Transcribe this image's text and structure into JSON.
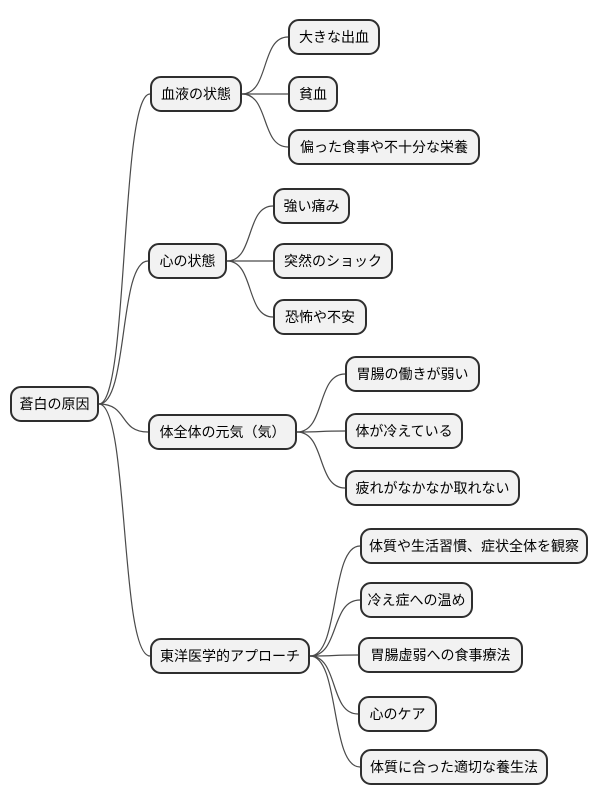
{
  "diagram": {
    "type": "mindmap",
    "root": {
      "label": "蒼白の原因"
    },
    "branches": [
      {
        "label": "血液の状態",
        "children": [
          {
            "label": "大きな出血"
          },
          {
            "label": "貧血"
          },
          {
            "label": "偏った食事や不十分な栄養"
          }
        ]
      },
      {
        "label": "心の状態",
        "children": [
          {
            "label": "強い痛み"
          },
          {
            "label": "突然のショック"
          },
          {
            "label": "恐怖や不安"
          }
        ]
      },
      {
        "label": "体全体の元気（気）",
        "children": [
          {
            "label": "胃腸の働きが弱い"
          },
          {
            "label": "体が冷えている"
          },
          {
            "label": "疲れがなかなか取れない"
          }
        ]
      },
      {
        "label": "東洋医学的アプローチ",
        "children": [
          {
            "label": "体質や生活習慣、症状全体を観察"
          },
          {
            "label": "冷え症への温め"
          },
          {
            "label": "胃腸虚弱への食事療法"
          },
          {
            "label": "心のケア"
          },
          {
            "label": "体質に合った適切な養生法"
          }
        ]
      }
    ]
  },
  "colors": {
    "background": "#ffffff",
    "node_fill": "#f2f2f2",
    "node_border": "#2e2e2e",
    "edge": "#4a4a4a",
    "text": "#000000"
  }
}
